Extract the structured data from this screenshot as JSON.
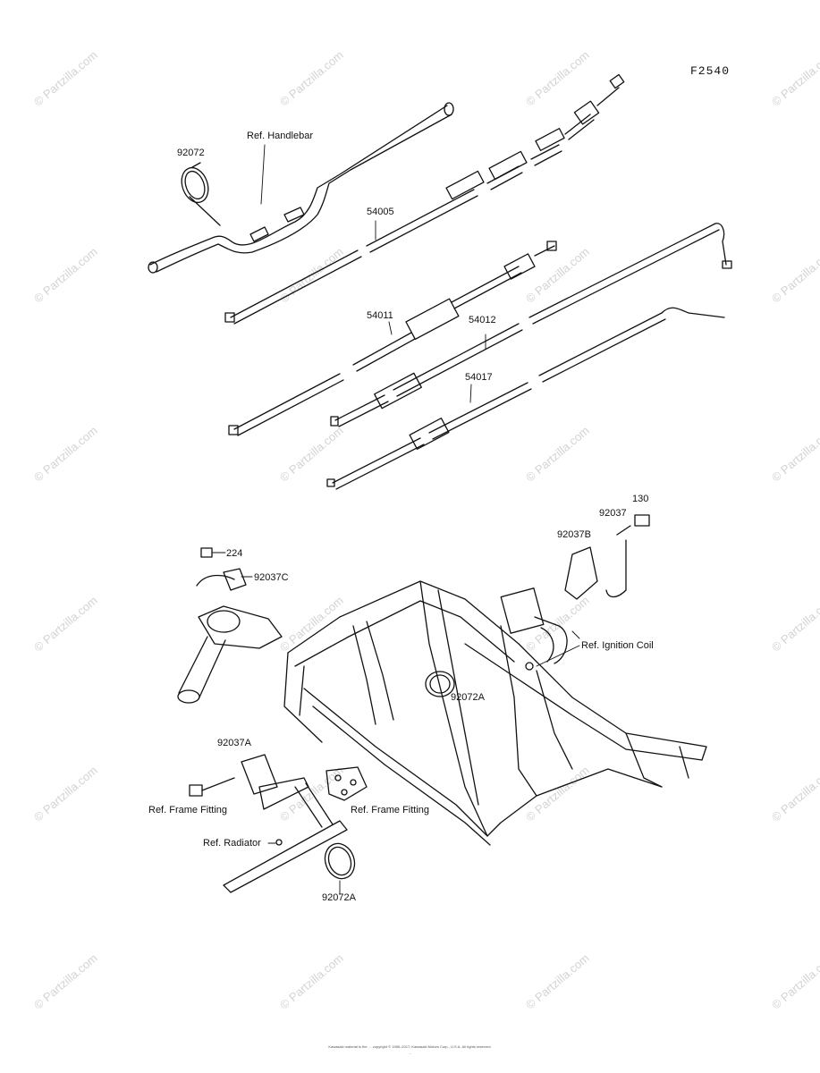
{
  "diagram_code": "F2540",
  "watermark": "© Partzilla.com",
  "footer": {
    "line1": "Kawasaki material is the … copyright © 1985–2017, Kawasaki Motors Corp., U.S.A. All rights reserved.",
    "line2": "…"
  },
  "callouts": {
    "c92072": "92072",
    "ref_handlebar": "Ref. Handlebar",
    "c54005": "54005",
    "c54011": "54011",
    "c54012": "54012",
    "c54017": "54017",
    "c130": "130",
    "c92037": "92037",
    "c92037b": "92037B",
    "c224": "224",
    "c92037c": "92037C",
    "ref_ignition_coil": "Ref. Ignition Coil",
    "c92072a_top": "92072A",
    "c92037a": "92037A",
    "ref_frame_fitting_left": "Ref. Frame Fitting",
    "ref_frame_fitting_right": "Ref. Frame Fitting",
    "ref_radiator": "Ref. Radiator",
    "c92072a_bottom": "92072A"
  }
}
